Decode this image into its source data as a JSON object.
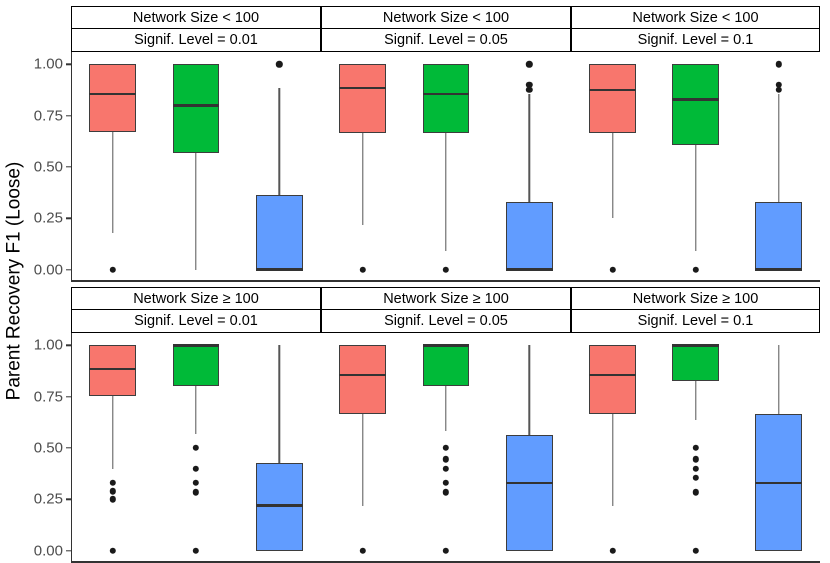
{
  "chart_data": {
    "type": "box",
    "title": "",
    "ylabel": "Parent Recovery F1 (Loose)",
    "xlabel": "",
    "ylim": [
      -0.04,
      1.06
    ],
    "yticks": [
      0.0,
      0.25,
      0.5,
      0.75,
      1.0
    ],
    "ytick_labels": [
      "0.00",
      "0.25",
      "0.50",
      "0.75",
      "1.00"
    ],
    "grid": false,
    "legend": "none",
    "facet_layout": "2 rows x 3 columns",
    "row_strip_labels": [
      "Network Size < 100",
      "Network Size ≥ 100"
    ],
    "col_strip_labels": [
      "Signif. Level = 0.01",
      "Signif. Level = 0.05",
      "Signif. Level = 0.1"
    ],
    "series_colors": [
      "#F8766D",
      "#00BA38",
      "#619CFF"
    ],
    "panels": [
      {
        "row": 0,
        "strip_top": "Network Size < 100",
        "strip_bottom": "Signif. Level = 0.01",
        "boxes": [
          {
            "color": "#F8766D",
            "q1": 0.67,
            "median": 0.855,
            "q3": 1.0,
            "lower_whisker": 0.18,
            "upper_whisker": 1.0,
            "outliers": [
              0.0
            ]
          },
          {
            "color": "#00BA38",
            "q1": 0.57,
            "median": 0.8,
            "q3": 1.0,
            "lower_whisker": 0.0,
            "upper_whisker": 1.0,
            "outliers": []
          },
          {
            "color": "#619CFF",
            "q1": 0.0,
            "median": 0.0,
            "q3": 0.365,
            "lower_whisker": 0.0,
            "upper_whisker": 0.885,
            "outliers": [
              1.0
            ]
          }
        ]
      },
      {
        "row": 0,
        "strip_top": "Network Size < 100",
        "strip_bottom": "Signif. Level = 0.05",
        "boxes": [
          {
            "color": "#F8766D",
            "q1": 0.665,
            "median": 0.885,
            "q3": 1.0,
            "lower_whisker": 0.22,
            "upper_whisker": 1.0,
            "outliers": [
              0.0
            ]
          },
          {
            "color": "#00BA38",
            "q1": 0.665,
            "median": 0.855,
            "q3": 1.0,
            "lower_whisker": 0.09,
            "upper_whisker": 1.0,
            "outliers": [
              0.0
            ]
          },
          {
            "color": "#619CFF",
            "q1": 0.0,
            "median": 0.0,
            "q3": 0.33,
            "lower_whisker": 0.0,
            "upper_whisker": 0.855,
            "outliers": [
              1.0,
              0.9,
              0.875
            ]
          }
        ]
      },
      {
        "row": 0,
        "strip_top": "Network Size < 100",
        "strip_bottom": "Signif. Level = 0.1",
        "boxes": [
          {
            "color": "#F8766D",
            "q1": 0.665,
            "median": 0.875,
            "q3": 1.0,
            "lower_whisker": 0.25,
            "upper_whisker": 1.0,
            "outliers": [
              0.0
            ]
          },
          {
            "color": "#00BA38",
            "q1": 0.605,
            "median": 0.83,
            "q3": 1.0,
            "lower_whisker": 0.09,
            "upper_whisker": 1.0,
            "outliers": [
              0.0
            ]
          },
          {
            "color": "#619CFF",
            "q1": 0.0,
            "median": 0.0,
            "q3": 0.33,
            "lower_whisker": 0.0,
            "upper_whisker": 0.855,
            "outliers": [
              1.0,
              0.9,
              0.875
            ]
          }
        ]
      },
      {
        "row": 1,
        "strip_top": "Network Size ≥ 100",
        "strip_bottom": "Signif. Level = 0.01",
        "boxes": [
          {
            "color": "#F8766D",
            "q1": 0.755,
            "median": 0.885,
            "q3": 1.0,
            "lower_whisker": 0.4,
            "upper_whisker": 1.0,
            "outliers": [
              0.33,
              0.29,
              0.25,
              0.0
            ]
          },
          {
            "color": "#00BA38",
            "q1": 0.8,
            "median": 1.0,
            "q3": 1.0,
            "lower_whisker": 0.57,
            "upper_whisker": 1.0,
            "outliers": [
              0.5,
              0.4,
              0.33,
              0.285,
              0.0
            ]
          },
          {
            "color": "#619CFF",
            "q1": 0.0,
            "median": 0.22,
            "q3": 0.425,
            "lower_whisker": 0.0,
            "upper_whisker": 1.0,
            "outliers": []
          }
        ]
      },
      {
        "row": 1,
        "strip_top": "Network Size ≥ 100",
        "strip_bottom": "Signif. Level = 0.05",
        "boxes": [
          {
            "color": "#F8766D",
            "q1": 0.665,
            "median": 0.855,
            "q3": 1.0,
            "lower_whisker": 0.22,
            "upper_whisker": 1.0,
            "outliers": [
              0.0
            ]
          },
          {
            "color": "#00BA38",
            "q1": 0.8,
            "median": 1.0,
            "q3": 1.0,
            "lower_whisker": 0.585,
            "upper_whisker": 1.0,
            "outliers": [
              0.5,
              0.445,
              0.4,
              0.33,
              0.285,
              0.0
            ]
          },
          {
            "color": "#619CFF",
            "q1": 0.0,
            "median": 0.33,
            "q3": 0.565,
            "lower_whisker": 0.0,
            "upper_whisker": 1.0,
            "outliers": []
          }
        ]
      },
      {
        "row": 1,
        "strip_top": "Network Size ≥ 100",
        "strip_bottom": "Signif. Level = 0.1",
        "boxes": [
          {
            "color": "#F8766D",
            "q1": 0.665,
            "median": 0.855,
            "q3": 1.0,
            "lower_whisker": 0.22,
            "upper_whisker": 1.0,
            "outliers": [
              0.0
            ]
          },
          {
            "color": "#00BA38",
            "q1": 0.825,
            "median": 1.0,
            "q3": 1.0,
            "lower_whisker": 0.635,
            "upper_whisker": 1.0,
            "outliers": [
              0.5,
              0.445,
              0.4,
              0.355,
              0.285,
              0.0
            ]
          },
          {
            "color": "#619CFF",
            "q1": 0.0,
            "median": 0.33,
            "q3": 0.665,
            "lower_whisker": 0.0,
            "upper_whisker": 1.0,
            "outliers": []
          }
        ]
      }
    ]
  }
}
